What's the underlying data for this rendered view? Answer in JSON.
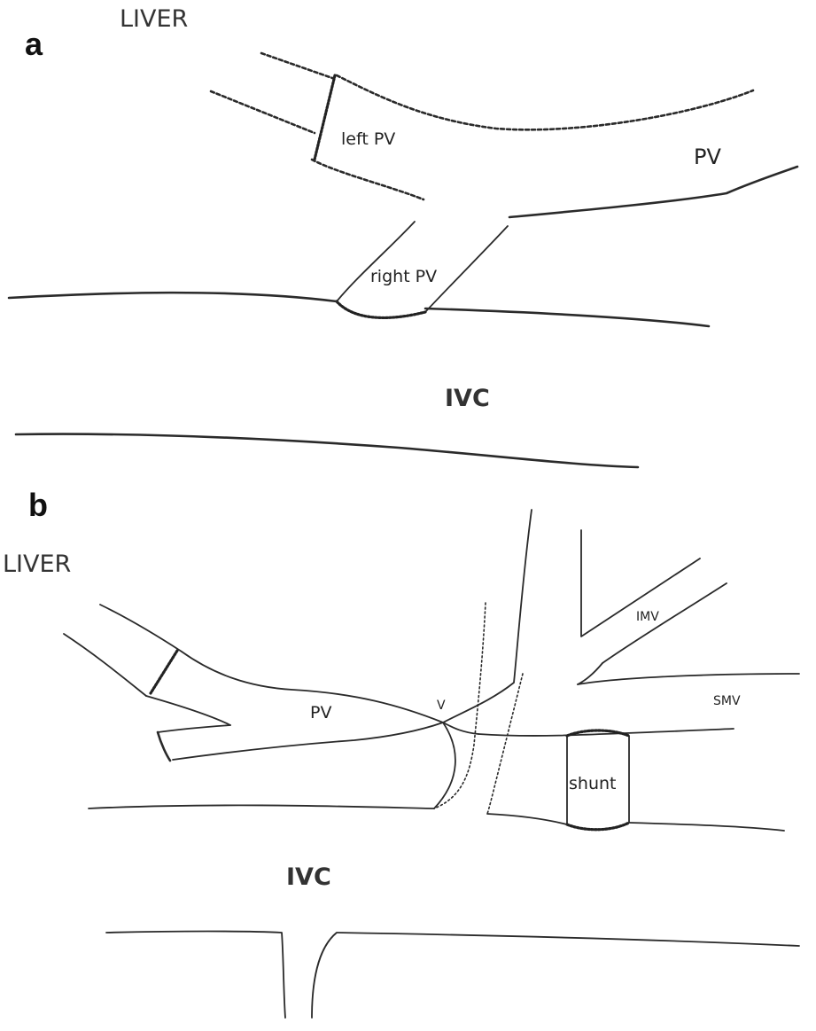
{
  "panel_a": {
    "panel_label": "a",
    "liver_label": "LIVER",
    "left_pv_label": "left PV",
    "pv_label": "PV",
    "right_pv_label": "right PV",
    "ivc_label": "IVC"
  },
  "panel_b": {
    "panel_label": "b",
    "liver_label": "LIVER",
    "pv_label": "PV",
    "v_label": "V",
    "imv_label": "IMV",
    "smv_label": "SMV",
    "shunt_label": "shunt",
    "ivc_label": "IVC"
  }
}
